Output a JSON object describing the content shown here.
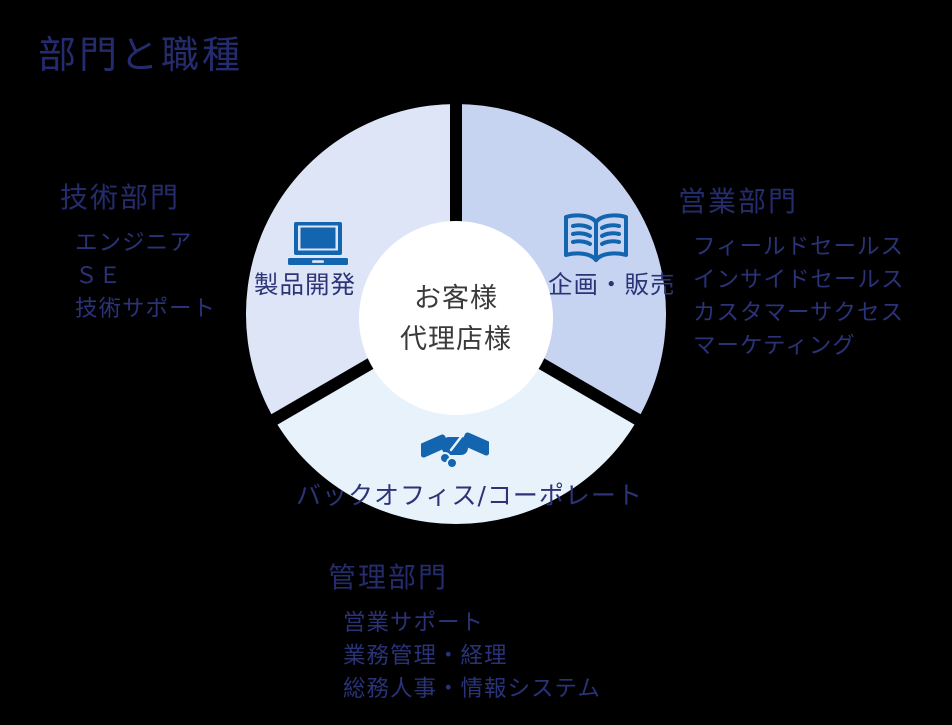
{
  "title": "部門と職種",
  "center": {
    "line1": "お客様",
    "line2": "代理店様"
  },
  "segments": [
    {
      "id": "tech",
      "label": "製品開発",
      "icon": "laptop-icon"
    },
    {
      "id": "sales",
      "label": "企画・販売",
      "icon": "open-book-icon"
    },
    {
      "id": "admin",
      "label": "バックオフィス/コーポレート",
      "icon": "handshake-icon"
    }
  ],
  "departments": [
    {
      "name": "技術部門",
      "roles": [
        "エンジニア",
        "ＳＥ",
        "技術サポート"
      ]
    },
    {
      "name": "営業部門",
      "roles": [
        "フィールドセールス",
        "インサイドセールス",
        "カスタマーサクセス",
        "マーケティング"
      ]
    },
    {
      "name": "管理部門",
      "roles": [
        "営業サポート",
        "業務管理・経理",
        "総務人事・情報システム"
      ]
    }
  ],
  "colors": {
    "background": "#000000",
    "title_text": "#252c6e",
    "heading_text": "#252c6e",
    "item_text": "#2a3278",
    "label_text": "#2c3377",
    "center_text": "#3a3a3a",
    "segment_tech": "#dde5f7",
    "segment_sales": "#c7d4f1",
    "segment_admin": "#e8f2fa",
    "icon_blue": "#1365b0",
    "center_circle": "#ffffff"
  }
}
